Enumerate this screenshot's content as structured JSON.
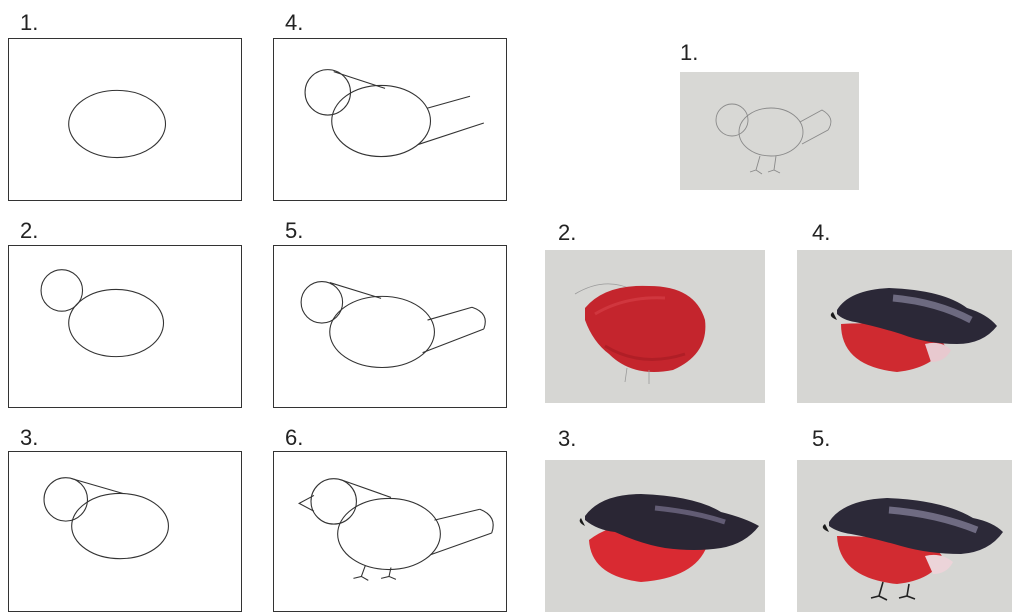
{
  "sketch_steps": [
    {
      "label": "1."
    },
    {
      "label": "2."
    },
    {
      "label": "3."
    },
    {
      "label": "4."
    },
    {
      "label": "5."
    },
    {
      "label": "6."
    }
  ],
  "paint_steps": [
    {
      "label": "1."
    },
    {
      "label": "2."
    },
    {
      "label": "3."
    },
    {
      "label": "4."
    },
    {
      "label": "5."
    }
  ],
  "colors": {
    "paper": "#d9d9d6",
    "breast_red": "#c8262c",
    "cap_black": "#1e1c26",
    "wing_grey": "#5e5a6c",
    "cheek_pink": "#e8c9cf"
  }
}
